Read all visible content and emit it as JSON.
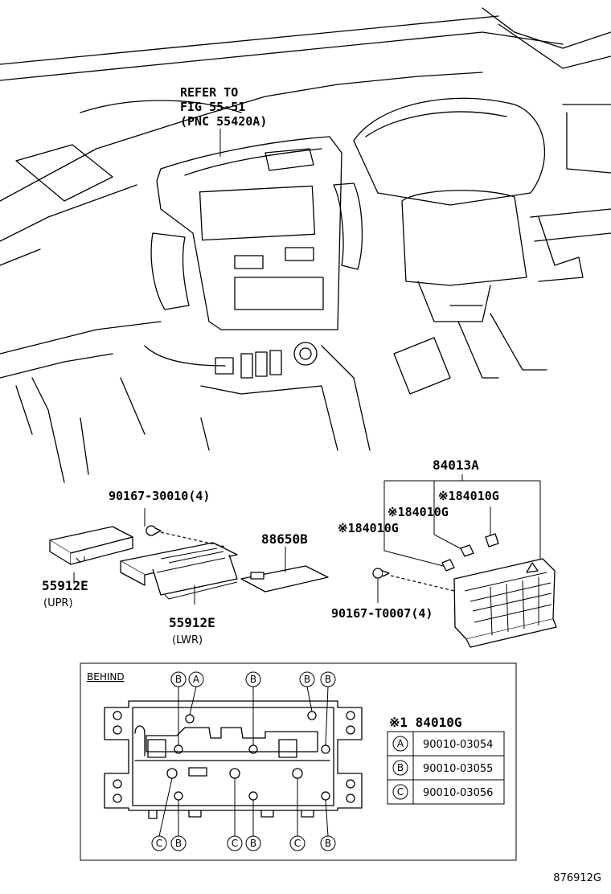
{
  "dashboard": {
    "refer_line1": "REFER TO",
    "refer_line2": "FIG 55-51",
    "refer_line3": "(PNC 55420A)"
  },
  "parts": {
    "p84013A": "84013A",
    "p84010G_a": "※184010G",
    "p84010G_b": "※184010G",
    "p84010G_c": "※184010G",
    "p90167_30010": "90167-30010(4)",
    "p88650B": "88650B",
    "p55912E_upr": "55912E",
    "upr": "(UPR)",
    "p55912E_lwr": "55912E",
    "lwr": "(LWR)",
    "p90167_T0007": "90167-T0007(4)"
  },
  "behind": {
    "title": "BEHIND",
    "table_title": "※1 84010G",
    "markers": {
      "a": "A",
      "b": "B",
      "c": "C"
    },
    "rows": [
      {
        "key": "A",
        "value": "90010-03054"
      },
      {
        "key": "B",
        "value": "90010-03055"
      },
      {
        "key": "C",
        "value": "90010-03056"
      }
    ]
  },
  "figure_id": "876912G"
}
